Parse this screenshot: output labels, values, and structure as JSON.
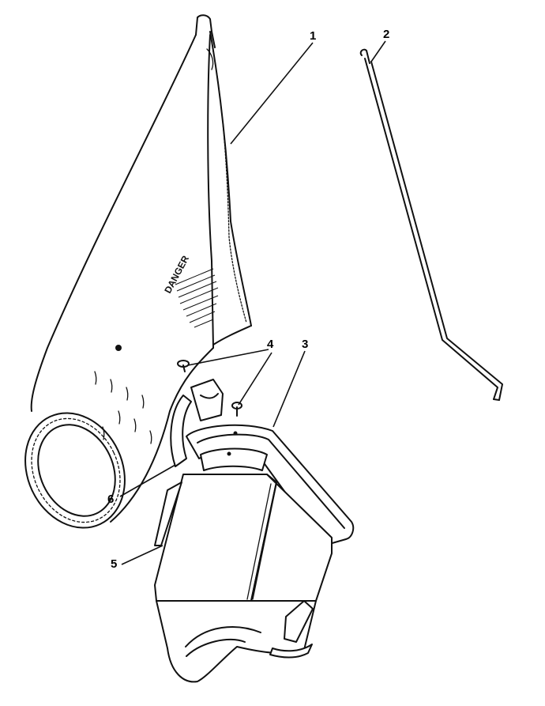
{
  "callouts": [
    {
      "id": "1",
      "label": "1"
    },
    {
      "id": "2",
      "label": "2"
    },
    {
      "id": "3",
      "label": "3"
    },
    {
      "id": "4",
      "label": "4"
    },
    {
      "id": "5",
      "label": "5"
    },
    {
      "id": "6",
      "label": "6"
    }
  ],
  "decal": {
    "text": "DANGER"
  },
  "colors": {
    "ink": "#111111",
    "paper": "#ffffff"
  }
}
